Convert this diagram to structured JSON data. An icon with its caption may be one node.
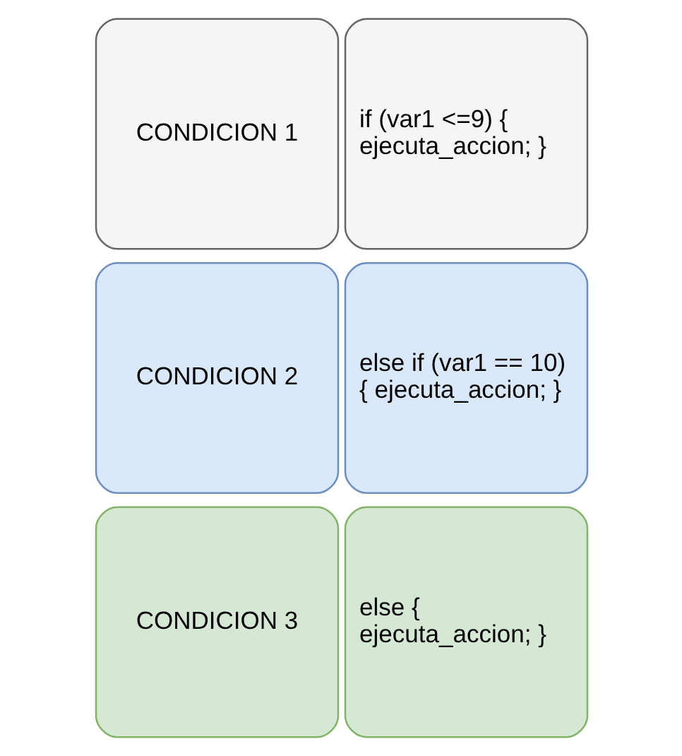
{
  "diagram": {
    "nodes": [
      {
        "text": [
          "CONDICION 1"
        ]
      },
      {
        "text": [
          "if (var1 <=9) { ejecuta_accion; }"
        ]
      },
      {
        "text": [
          "CONDICION 2"
        ]
      },
      {
        "text": [
          "else if (var1 == 10) { ejecuta_accion; }"
        ]
      },
      {
        "text": [
          "CONDICION 3"
        ]
      },
      {
        "text": [
          "else { ejecuta_accion; }"
        ]
      }
    ]
  }
}
